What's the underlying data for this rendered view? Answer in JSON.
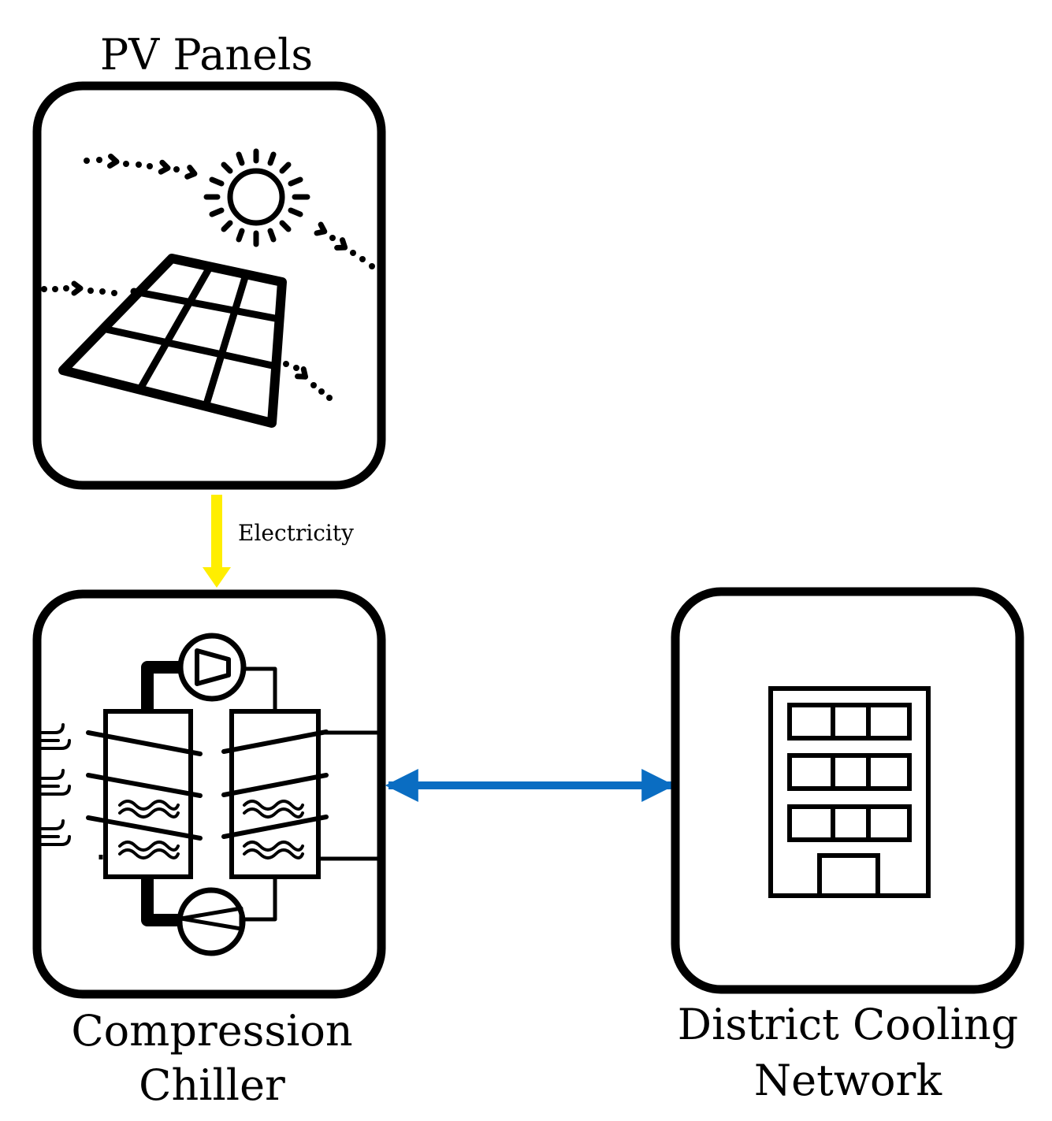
{
  "nodes": {
    "pv_panels": {
      "label": "PV Panels",
      "icon": "solar-panel-sun-icon"
    },
    "compression_chiller": {
      "label_line1": "Compression",
      "label_line2": "Chiller",
      "icon": "compression-chiller-icon"
    },
    "district_cooling": {
      "label_line1": "District Cooling",
      "label_line2": "Network",
      "icon": "building-icon"
    }
  },
  "edges": {
    "electricity": {
      "label": "Electricity",
      "color": "#FFEE00",
      "direction": "pv_panels -> compression_chiller"
    },
    "cooling": {
      "label": "",
      "color": "#0A6DC2",
      "direction": "bidirectional"
    }
  }
}
